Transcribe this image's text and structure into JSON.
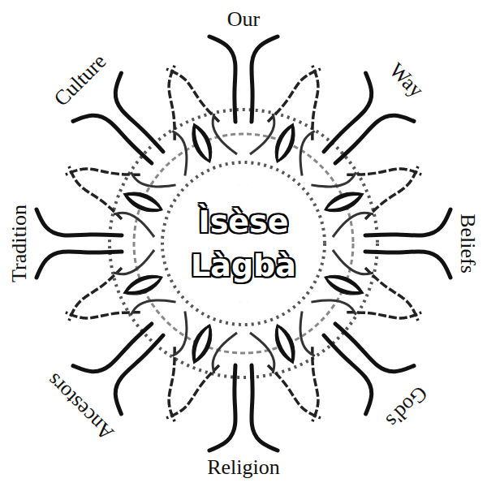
{
  "diagram": {
    "labels": [
      "Our",
      "Way",
      "Beliefs",
      "God's",
      "Religion",
      "Ancestors",
      "Tradition",
      "Culture",
      "Ìsèse Làgbà"
    ]
  }
}
